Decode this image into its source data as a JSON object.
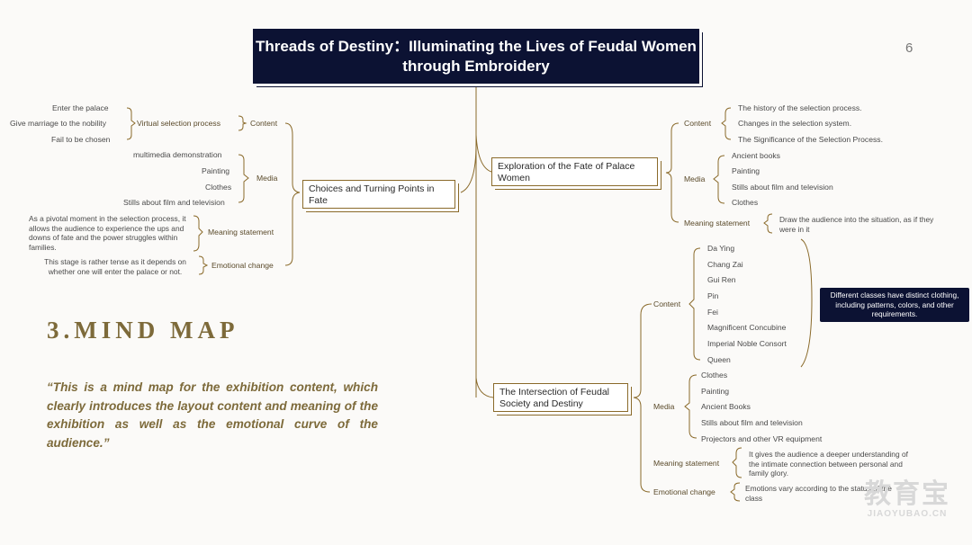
{
  "title": "Threads of Destiny：Illuminating the Lives of Feudal Women through Embroidery",
  "page_number": "6",
  "section_heading": "3.MIND MAP",
  "quote": "“This is a mind map for the exhibition content, which clearly introduces the layout content and meaning of the exhibition as well as the emotional curve of the audience.”",
  "watermark": {
    "cn": "教育宝",
    "en": "JIAOYUBAO.CN"
  },
  "colors": {
    "navy": "#0c1233",
    "gold": "#8a6a2a",
    "heading": "#7d6a3a"
  },
  "left_branch": {
    "label": "Choices and Turning Points in Fate",
    "content": {
      "label": "Content",
      "sub_label": "Virtual selection process",
      "items": [
        "Enter the palace",
        "Give marriage to the nobility",
        "Fail to be chosen"
      ]
    },
    "media": {
      "label": "Media",
      "items": [
        "multimedia demonstration",
        "Painting",
        "Clothes",
        "Stills about film and television"
      ]
    },
    "meaning": {
      "label": "Meaning statement",
      "text": "As a pivotal moment in the selection process, it allows the audience to experience the ups and downs of fate and the power struggles within families."
    },
    "emotion": {
      "label": "Emotional change",
      "text": "This stage is rather tense as it depends on whether one will enter the palace or not."
    }
  },
  "right_branch_1": {
    "label": "Exploration of the Fate of Palace Women",
    "content": {
      "label": "Content",
      "items": [
        "The history of the selection process.",
        "Changes in the selection system.",
        "The Significance of the Selection Process."
      ]
    },
    "media": {
      "label": "Media",
      "items": [
        "Ancient books",
        "Painting",
        "Stills about film and television",
        "Clothes"
      ]
    },
    "meaning": {
      "label": "Meaning statement",
      "text": "Draw the audience into the situation, as if they were in it"
    }
  },
  "right_branch_2": {
    "label": "The Intersection of Feudal Society and Destiny",
    "content": {
      "label": "Content",
      "items": [
        "Da Ying",
        "Chang Zai",
        "Gui Ren",
        "Pin",
        "Fei",
        "Magnificent Concubine",
        "Imperial Noble Consort",
        "Queen"
      ],
      "note": "Different classes have distinct clothing, including patterns, colors, and other requirements."
    },
    "media": {
      "label": "Media",
      "items": [
        "Clothes",
        "Painting",
        "Ancient Books",
        "Stills about film and television",
        "Projectors and other VR equipment"
      ]
    },
    "meaning": {
      "label": "Meaning statement",
      "text": "It gives the audience a deeper understanding of the intimate connection between personal and family glory."
    },
    "emotion": {
      "label": "Emotional change",
      "text": "Emotions vary according to the status of the class"
    }
  }
}
